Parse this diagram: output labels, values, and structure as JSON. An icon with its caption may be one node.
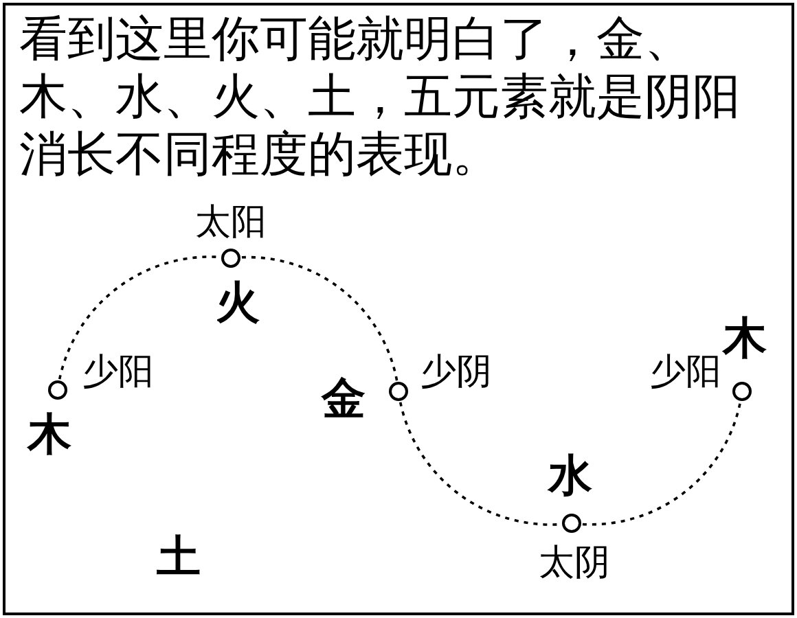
{
  "diagram": {
    "title": "看到这里你可能就明白了，金、木、水、火、土，五元素就是阴阳消长不同程度的表现。",
    "nodes": [
      {
        "text": [],
        "shape": "circle",
        "beside": [
          "少阳",
          "木"
        ]
      },
      {
        "text": [],
        "shape": "circle",
        "beside": [
          "太阳",
          "火"
        ]
      },
      {
        "text": [],
        "shape": "circle",
        "beside": [
          "少阴",
          "金"
        ]
      },
      {
        "text": [],
        "shape": "circle",
        "beside": [
          "太阴",
          "水"
        ]
      },
      {
        "text": [],
        "shape": "circle",
        "beside": [
          "少阳",
          "木"
        ]
      }
    ],
    "edges": [
      {
        "from": 0,
        "to": 1,
        "arrow": "none",
        "style": "dashed"
      },
      {
        "from": 1,
        "to": 2,
        "arrow": "none",
        "style": "dashed"
      },
      {
        "from": 2,
        "to": 3,
        "arrow": "none",
        "style": "dashed"
      },
      {
        "from": 3,
        "to": 4,
        "arrow": "none",
        "style": "dashed"
      }
    ],
    "labels": [
      "土"
    ]
  }
}
